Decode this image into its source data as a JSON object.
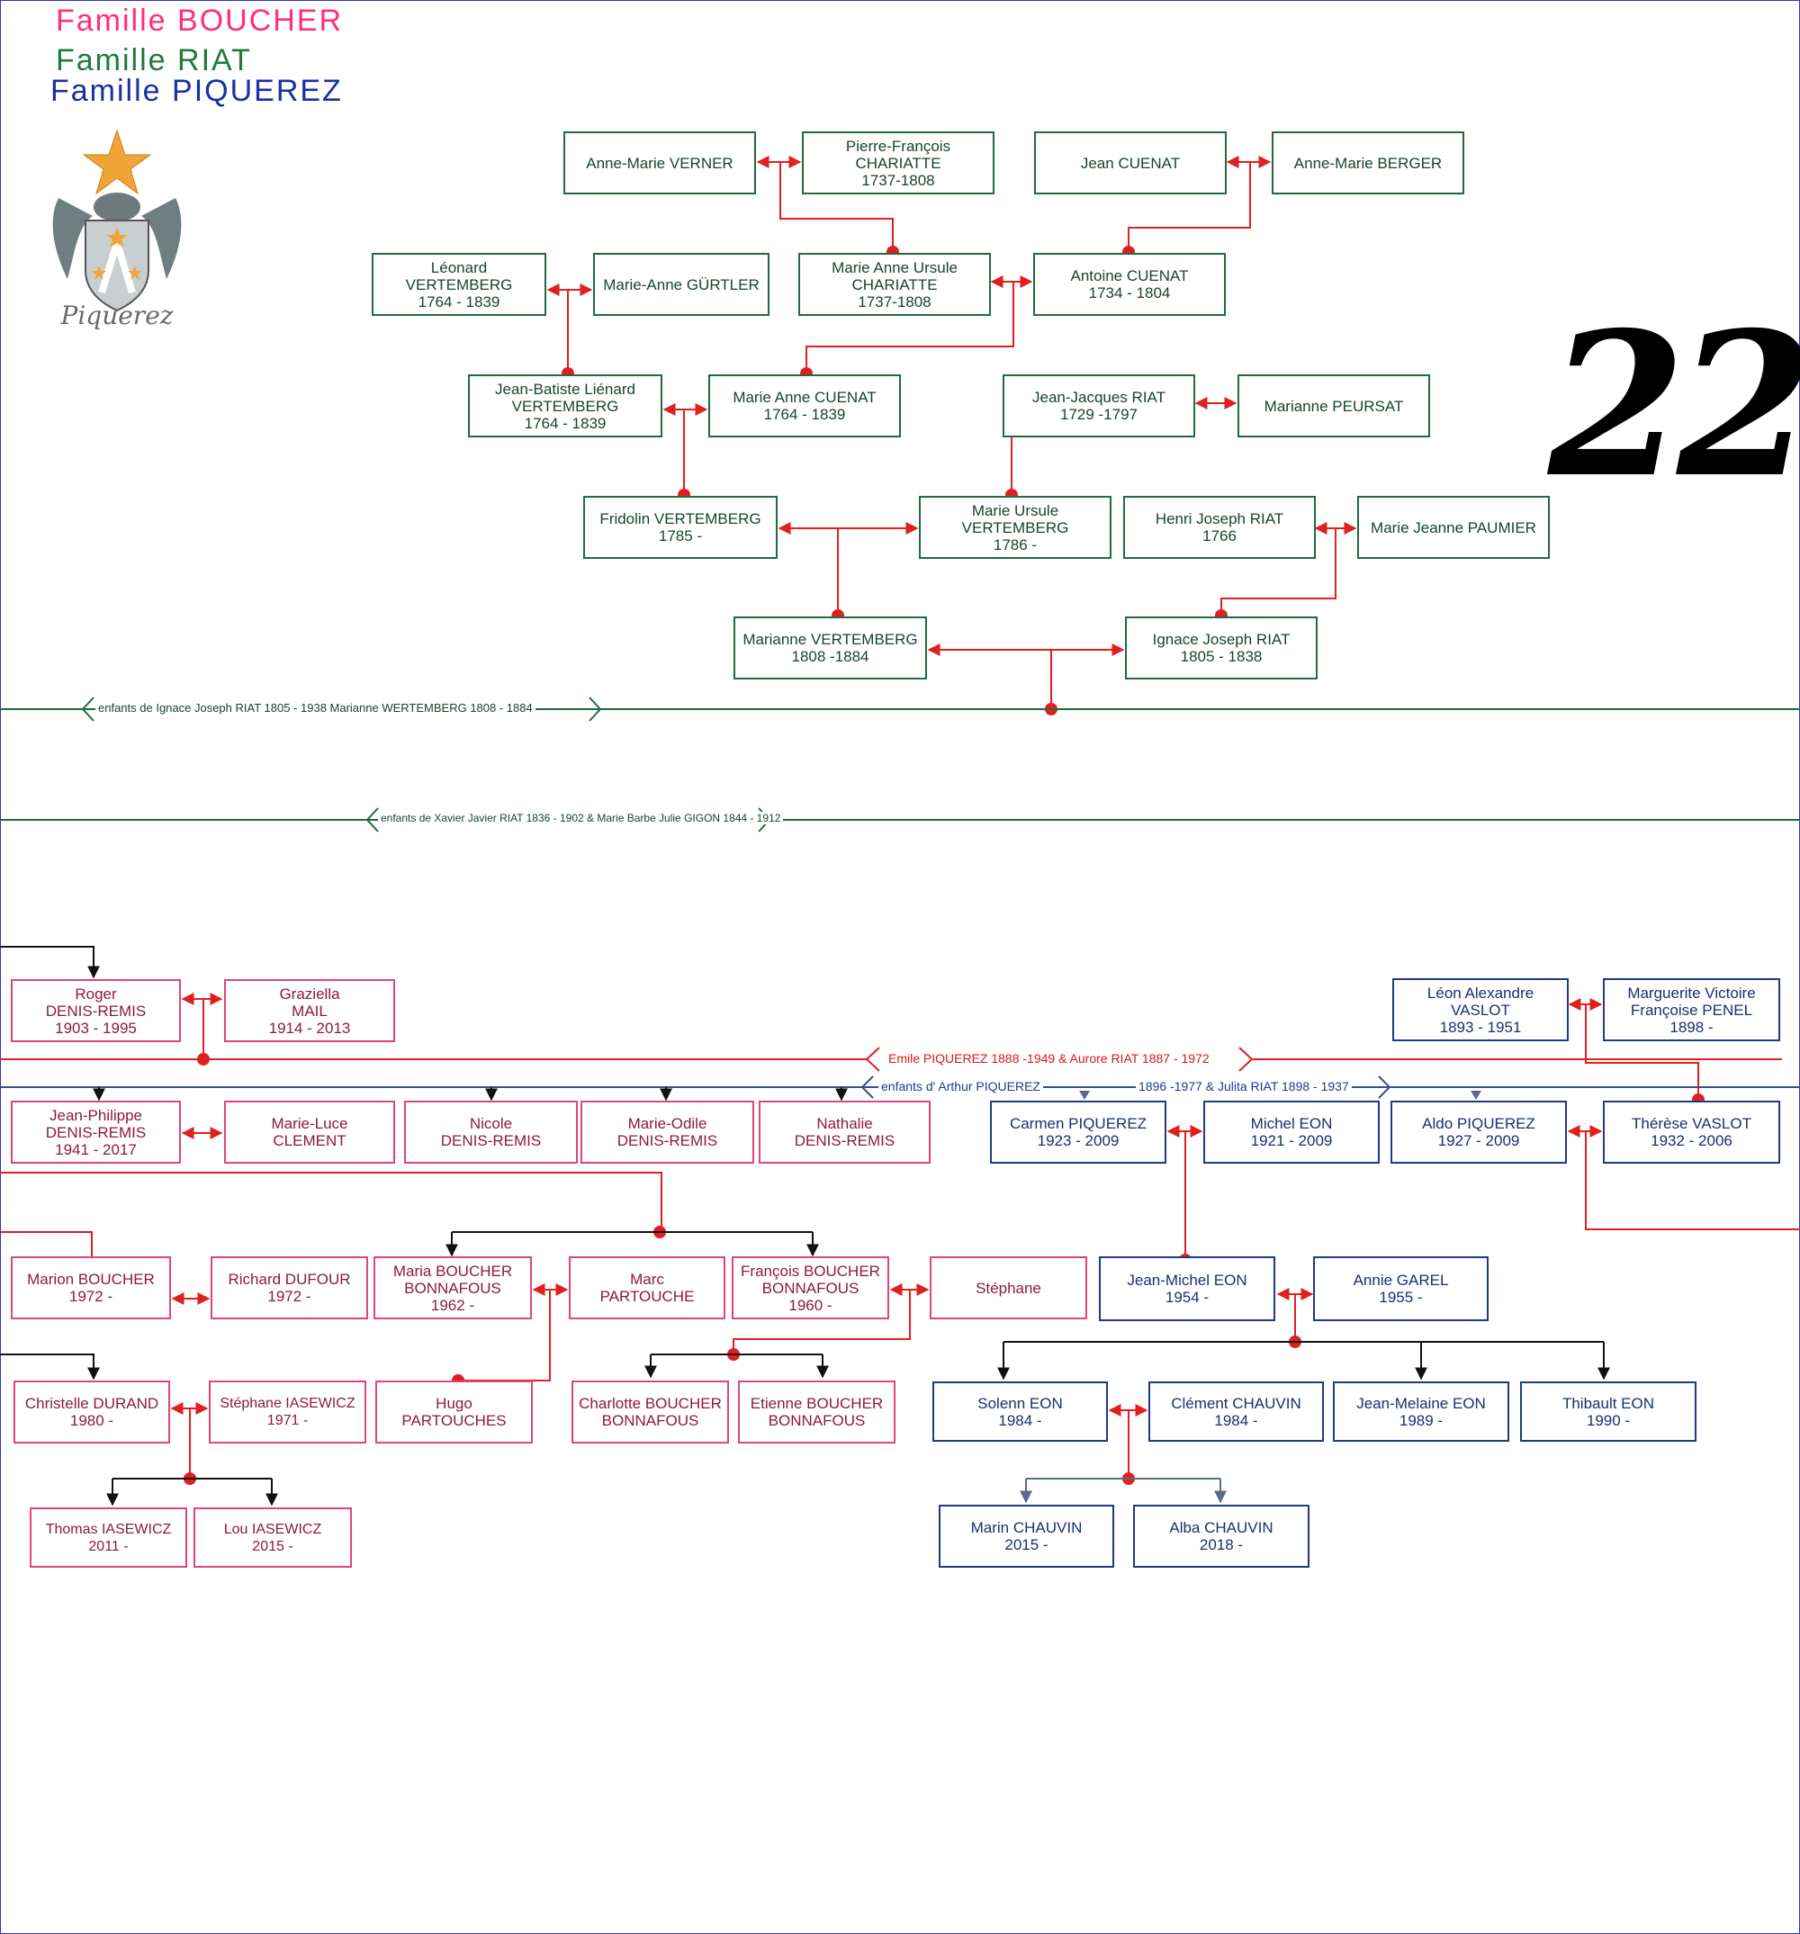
{
  "legend": [
    {
      "label": "Famille BOUCHER",
      "color": "#ff2e7e"
    },
    {
      "label": "Famille RIAT",
      "color": "#1f7a3d"
    },
    {
      "label": "Famille PIQUEREZ",
      "color": "#1a2fa3"
    }
  ],
  "crest": {
    "text": "Piquerez",
    "icon": "coat-of-arms-icon"
  },
  "page_number": "22",
  "bands": {
    "riat_ignace": "enfants de Ignace Joseph RIAT 1805 - 1938  Marianne WERTEMBERG 1808 - 1884",
    "riat_xavier": "enfants de Xavier Javier RIAT 1836 - 1902 & Marie Barbe Julie GIGON 1844 - 1912",
    "emile": "Emile PIQUEREZ 1888 -1949 & Aurore RIAT 1887 - 1972",
    "arthur_left": "enfants d' Arthur PIQUEREZ",
    "arthur_right": "1896 -1977 & Julita RIAT 1898 - 1937"
  },
  "people": {
    "verner": "Anne-Marie VERNER",
    "pf_chariatte": "Pierre-François\nCHARIATTE\n1737-1808",
    "j_cuenat": "Jean CUENAT",
    "berger": "Anne-Marie BERGER",
    "leonard": "Léonard\nVERTEMBERG\n1764 - 1839",
    "gurtler": "Marie-Anne GÜRTLER",
    "mau_chariatte": "Marie Anne Ursule\nCHARIATTE\n1737-1808",
    "a_cuenat": "Antoine CUENAT\n1734 - 1804",
    "jbl_vertemberg": "Jean-Batiste Liénard\nVERTEMBERG\n1764 - 1839",
    "ma_cuenat": "Marie Anne CUENAT\n1764 - 1839",
    "jj_riat": "Jean-Jacques RIAT\n1729 -1797",
    "peursat": "Marianne PEURSAT",
    "fridolin": "Fridolin VERTEMBERG\n1785 -",
    "mu_vertemberg": "Marie Ursule\nVERTEMBERG\n1786 -",
    "hj_riat": "Henri Joseph RIAT\n1766",
    "paumier": "Marie Jeanne PAUMIER",
    "marianne_v": "Marianne VERTEMBERG\n1808 -1884",
    "ij_riat": "Ignace Joseph RIAT\n1805 - 1838",
    "roger": "Roger\nDENIS-REMIS\n1903 - 1995",
    "graziella": "Graziella\nMAIL\n1914 - 2013",
    "leon_vaslot": "Léon Alexandre\nVASLOT\n1893 - 1951",
    "penel": "Marguerite Victoire\nFrançoise PENEL\n1898 -",
    "jp_denis": "Jean-Philippe\nDENIS-REMIS\n1941 - 2017",
    "ml_clement": "Marie-Luce\nCLEMENT",
    "nicole": "Nicole\nDENIS-REMIS",
    "mo_denis": "Marie-Odile\nDENIS-REMIS",
    "nathalie": "Nathalie\nDENIS-REMIS",
    "carmen": "Carmen PIQUEREZ\n1923 - 2009",
    "michel_eon": "Michel EON\n1921 - 2009",
    "aldo": "Aldo PIQUEREZ\n1927 - 2009",
    "therese": "Thérèse VASLOT\n1932 - 2006",
    "marion": "Marion BOUCHER\n1972 -",
    "dufour": "Richard DUFOUR\n1972 -",
    "maria_b": "Maria BOUCHER\nBONNAFOUS\n1962 -",
    "marc": "Marc\nPARTOUCHE",
    "francois_b": "François BOUCHER\nBONNAFOUS\n1960 -",
    "stephane": "Stéphane",
    "jm_eon": "Jean-Michel EON\n1954 -",
    "garel": "Annie GAREL\n1955 -",
    "christelle": "Christelle DURAND\n1980 -",
    "iasewicz": "Stéphane IASEWICZ\n1971 -",
    "hugo": "Hugo\nPARTOUCHES",
    "charlotte": "Charlotte BOUCHER\nBONNAFOUS",
    "etienne": "Etienne BOUCHER\nBONNAFOUS",
    "solenn": "Solenn EON\n1984 -",
    "clement_c": "Clément CHAUVIN\n1984 -",
    "jmel_eon": "Jean-Melaine EON\n1989 -",
    "thibault": "Thibault EON\n1990 -",
    "thomas_i": "Thomas IASEWICZ\n2011 -",
    "lou_i": "Lou IASEWICZ\n2015 -",
    "marin": "Marin CHAUVIN\n2015 -",
    "alba": "Alba CHAUVIN\n2018 -"
  }
}
